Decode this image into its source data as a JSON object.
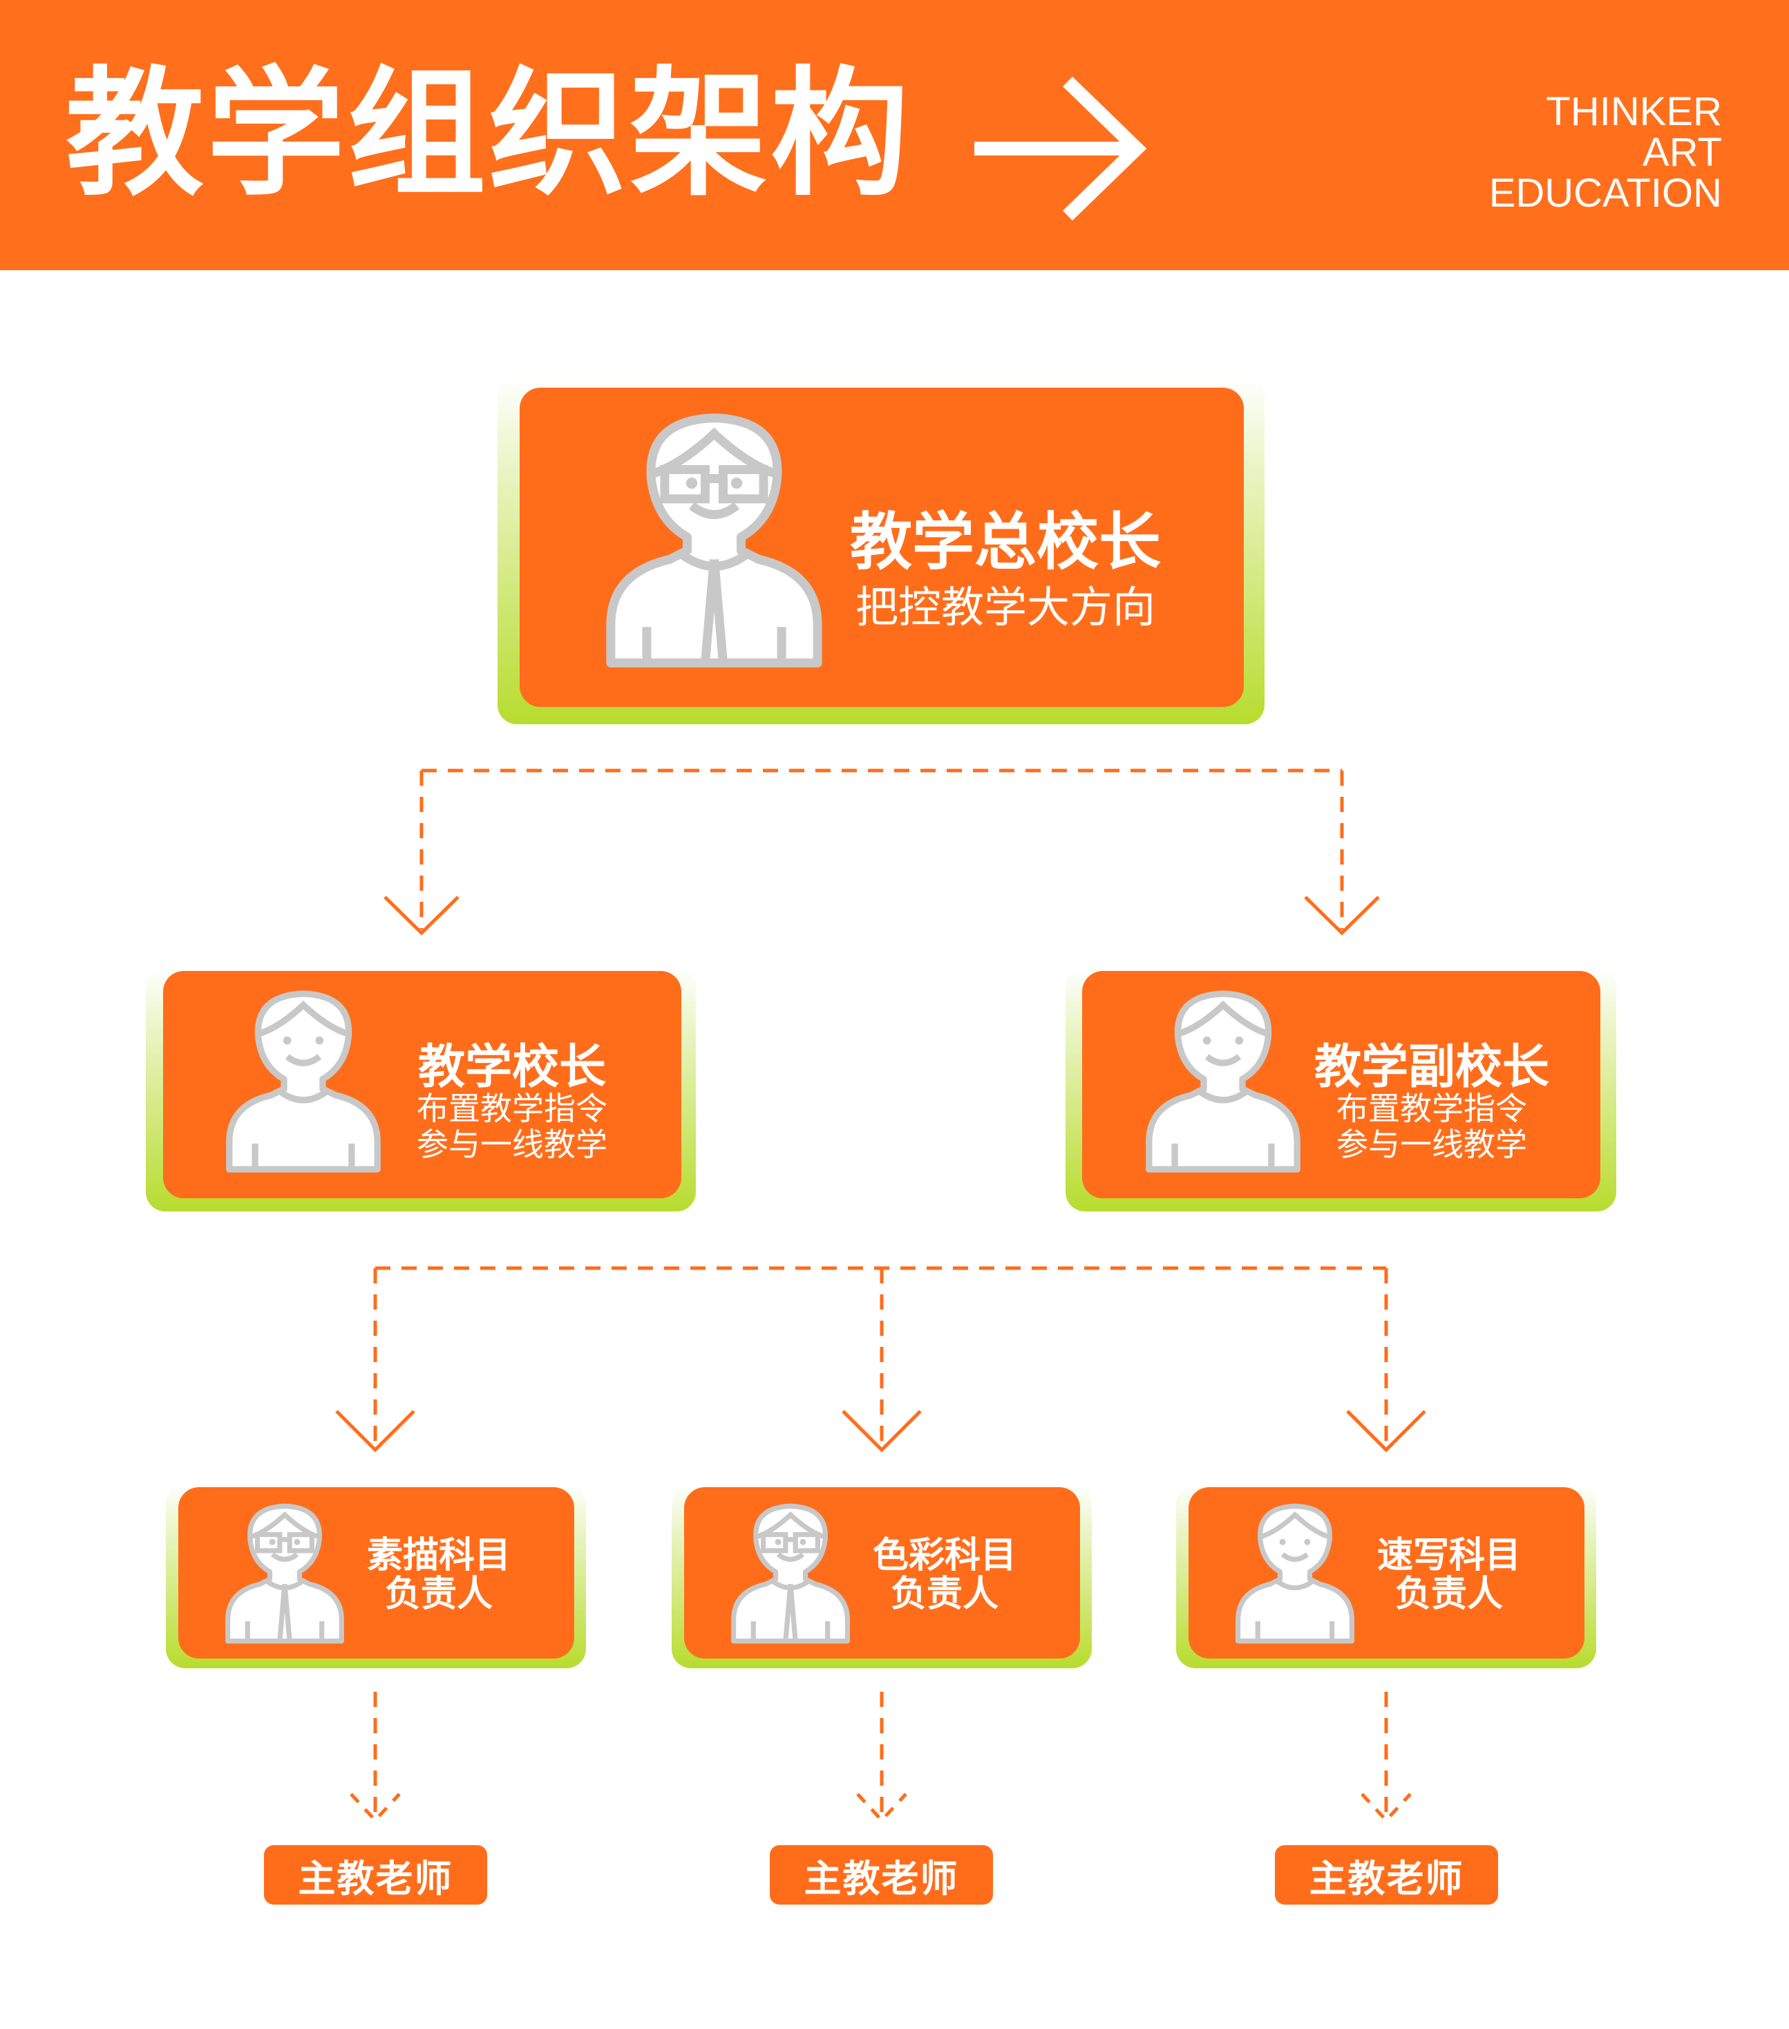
{
  "header": {
    "title": "教学组织架构",
    "brand_lines": [
      "THINKER",
      "ART",
      "EDUCATION"
    ]
  },
  "colors": {
    "orange": "#FF6D1B",
    "green": "#B8DC2E",
    "icon_gray": "#C8C8C8"
  },
  "principal": {
    "title": "教学总校长",
    "subtitle": "把控教学大方向",
    "icon": "man-with-glasses-tie-icon"
  },
  "level2": [
    {
      "title": "教学校长",
      "lines": [
        "布置教学指令",
        "参与一线教学"
      ],
      "icon": "man-avatar-icon"
    },
    {
      "title": "教学副校长",
      "lines": [
        "布置教学指令",
        "参与一线教学"
      ],
      "icon": "man-avatar-icon"
    }
  ],
  "level3": [
    {
      "lines": [
        "素描科目",
        "负责人"
      ],
      "icon": "woman-glasses-icon"
    },
    {
      "lines": [
        "色彩科目",
        "负责人"
      ],
      "icon": "woman-glasses-tie-icon"
    },
    {
      "lines": [
        "速写科目",
        "负责人"
      ],
      "icon": "woman-short-hair-icon"
    }
  ],
  "level4": [
    {
      "label": "主教老师"
    },
    {
      "label": "主教老师"
    },
    {
      "label": "主教老师"
    }
  ]
}
